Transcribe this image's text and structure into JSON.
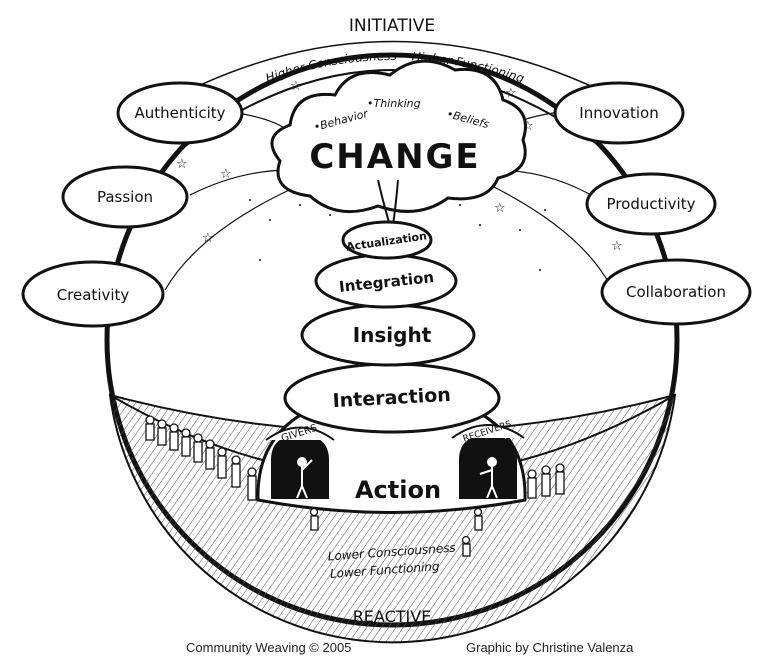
{
  "top_label": "INITIATIVE",
  "bottom_label": "REACTIVE",
  "arc_top_text": "Higher Consciousness • Higher Functioning",
  "arc_bottom_line1": "Lower Consciousness",
  "arc_bottom_line2": "Lower Functioning",
  "cloud": {
    "title": "CHANGE",
    "sub1": "•Behavior",
    "sub2": "•Thinking",
    "sub3": "•Beliefs"
  },
  "left_ovals": [
    "Authenticity",
    "Passion",
    "Creativity"
  ],
  "right_ovals": [
    "Innovation",
    "Productivity",
    "Collaboration"
  ],
  "spiral_levels": [
    "Actualization",
    "Integration",
    "Insight",
    "Interaction",
    "Action"
  ],
  "doors": {
    "left": "GIVERS",
    "right": "RECEIVERS"
  },
  "footer": {
    "left": "Community Weaving © 2005",
    "right": "Graphic by Christine Valenza"
  },
  "colors": {
    "ink": "#111111",
    "paper": "#ffffff",
    "ground": "#d9d9d9"
  }
}
